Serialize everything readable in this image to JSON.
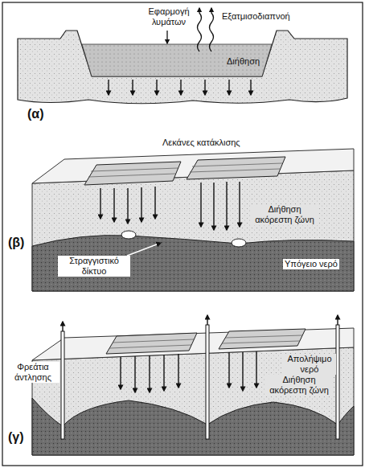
{
  "diagram": {
    "labels": [
      "Εφαρμογή λυμάτων",
      "Εξατμισοδιαπνοή",
      "Διήθηση",
      "(α)",
      "Λεκάνες κατάκλισης",
      "Διήθηση ακόρεστη ζώνη",
      "Στραγγιστικό δίκτυο",
      "Υπόγειο νερό",
      "(β)",
      "Φρεάτια άντλησης",
      "Απολήψιμο νερό",
      "Διήθηση ακόρεστη ζώνη",
      "(γ)"
    ]
  }
}
